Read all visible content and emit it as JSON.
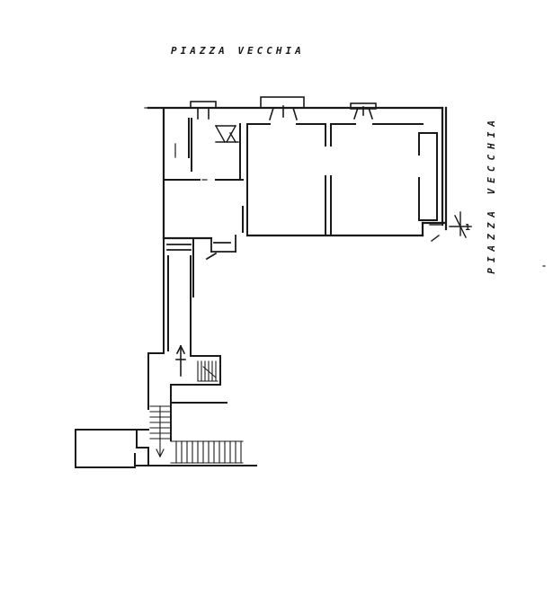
{
  "labels": {
    "square_top": "PIAZZA VECCHIA",
    "square_right": "PIAZZA VECCHIA",
    "marker": "1"
  },
  "colors": {
    "ink": "#1a1a1a",
    "paper": "#ffffff"
  }
}
